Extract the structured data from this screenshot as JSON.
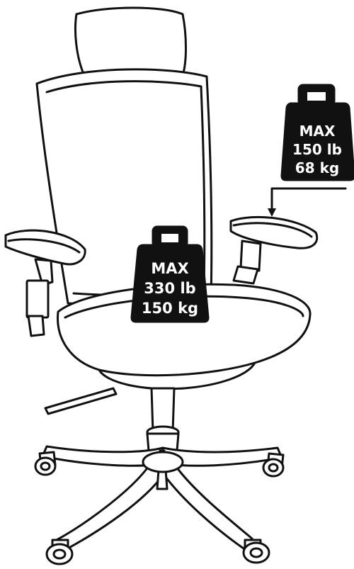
{
  "diagram": {
    "seat_weight": {
      "line1": "MAX",
      "line2": "330 lb",
      "line3": "150 kg",
      "color": "#111111"
    },
    "armrest_weight": {
      "line1": "MAX",
      "line2": "150 lb",
      "line3": "68 kg",
      "color": "#111111"
    },
    "colors": {
      "line": "#111111",
      "background": "#ffffff",
      "label_text": "#ffffff"
    }
  }
}
